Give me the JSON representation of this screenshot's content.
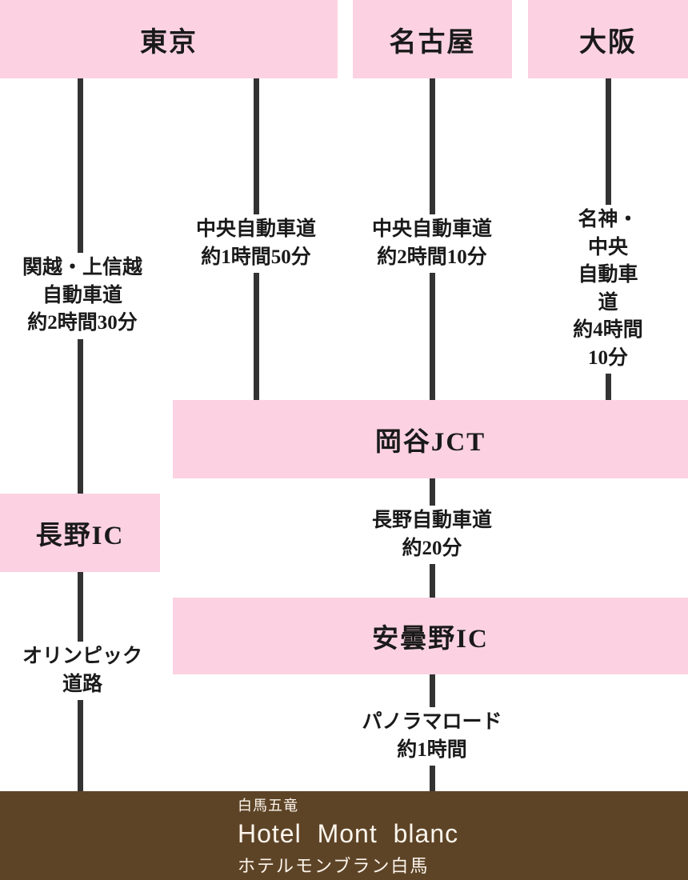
{
  "colors": {
    "box_pink": "#fcd2e2",
    "line_gray": "#333333",
    "footer_brown": "#5e4427",
    "text_black": "#1a1a1a",
    "footer_text": "#fdf6ee"
  },
  "origins": {
    "tokyo": {
      "label": "東京"
    },
    "nagoya": {
      "label": "名古屋"
    },
    "osaka": {
      "label": "大阪"
    }
  },
  "junctions": {
    "okaya_jct": {
      "label": "岡谷JCT"
    },
    "nagano_ic": {
      "label": "長野IC"
    },
    "azumino_ic": {
      "label": "安曇野IC"
    }
  },
  "routes": {
    "kanetsu_joshinetsu": {
      "label": "関越・上信越\n自動車道\n約2時間30分"
    },
    "chuo_from_tokyo": {
      "label": "中央自動車道\n約1時間50分"
    },
    "chuo_from_nagoya": {
      "label": "中央自動車道\n約2時間10分"
    },
    "meishin_chuo": {
      "label": "名神・中央\n自動車道\n約4時間10分"
    },
    "nagano_expressway": {
      "label": "長野自動車道\n約20分"
    },
    "olympic_road": {
      "label": "オリンピック\n道路"
    },
    "panorama_road": {
      "label": "パノラマロード\n約1時間"
    }
  },
  "destination": {
    "area": "白馬五竜",
    "name": "Hotel Mont blanc",
    "name_kana": "ホテルモンブラン白馬"
  }
}
